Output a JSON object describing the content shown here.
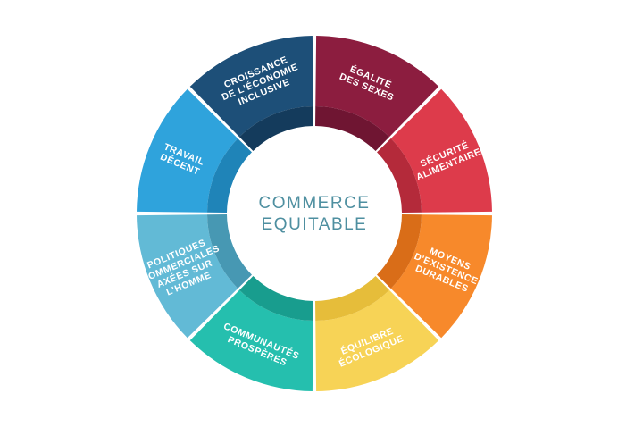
{
  "center": {
    "line1": "COMMERCE",
    "line2": "EQUITABLE"
  },
  "segments": [
    {
      "lines": [
        "ÉGALITÉ",
        "DES SEXES"
      ],
      "color": "#8c1d3f",
      "inner": "#6f1532"
    },
    {
      "lines": [
        "SÉCURITÉ",
        "ALIMENTAIRE"
      ],
      "color": "#dd3b4b",
      "inner": "#b42a3a"
    },
    {
      "lines": [
        "MOYENS",
        "D'EXISTENCE",
        "DURABLES"
      ],
      "color": "#f7892b",
      "inner": "#d96d18"
    },
    {
      "lines": [
        "ÉQUILIBRE",
        "ÉCOLOGIQUE"
      ],
      "color": "#f7d356",
      "inner": "#e6bd3a"
    },
    {
      "lines": [
        "COMMUNAUTÉS",
        "PROSPÈRES"
      ],
      "color": "#25bfae",
      "inner": "#189d8e"
    },
    {
      "lines": [
        "POLITIQUES",
        "COMMERCIALES",
        "AXÉES SUR",
        "L'HOMME"
      ],
      "color": "#62bad6",
      "inner": "#4798b3"
    },
    {
      "lines": [
        "TRAVAIL",
        "DÉCENT"
      ],
      "color": "#2fa3dc",
      "inner": "#1f84b8"
    },
    {
      "lines": [
        "CROISSANCE",
        "DE L'ÉCONOMIE",
        "INCLUSIVE"
      ],
      "color": "#1d4f78",
      "inner": "#143b5c"
    }
  ]
}
